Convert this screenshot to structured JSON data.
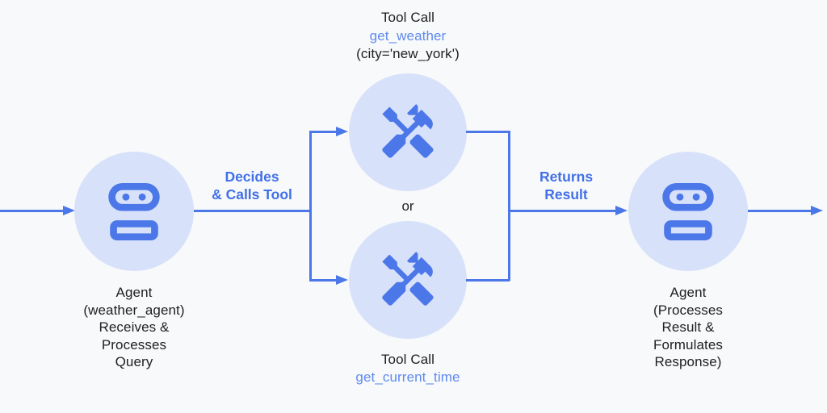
{
  "diagram": {
    "title_semantic": "agent-tool-call-flow",
    "colors": {
      "background": "#f8f9fa",
      "node_fill": "#d7e1fa",
      "accent_blue": "#4b77e8",
      "edge_label_blue": "#4170e8",
      "function_name_blue": "#5e8af0",
      "dark_text": "#202124"
    },
    "icons": {
      "agent": "robot-icon",
      "tool": "handyman-tools-icon"
    },
    "tool_top": {
      "title": "Tool Call",
      "function": "get_weather",
      "args": "(city='new_york')"
    },
    "tool_bottom": {
      "title": "Tool Call",
      "function": "get_current_time"
    },
    "agent_left": {
      "lines": [
        "Agent",
        "(weather_agent)",
        "Receives &",
        "Processes",
        "Query"
      ]
    },
    "agent_right": {
      "lines": [
        "Agent",
        "(Processes",
        "Result &",
        "Formulates",
        "Response)"
      ]
    },
    "edge_labels": {
      "decides": [
        "Decides",
        "& Calls Tool"
      ],
      "returns": [
        "Returns",
        "Result"
      ],
      "or": "or"
    }
  }
}
